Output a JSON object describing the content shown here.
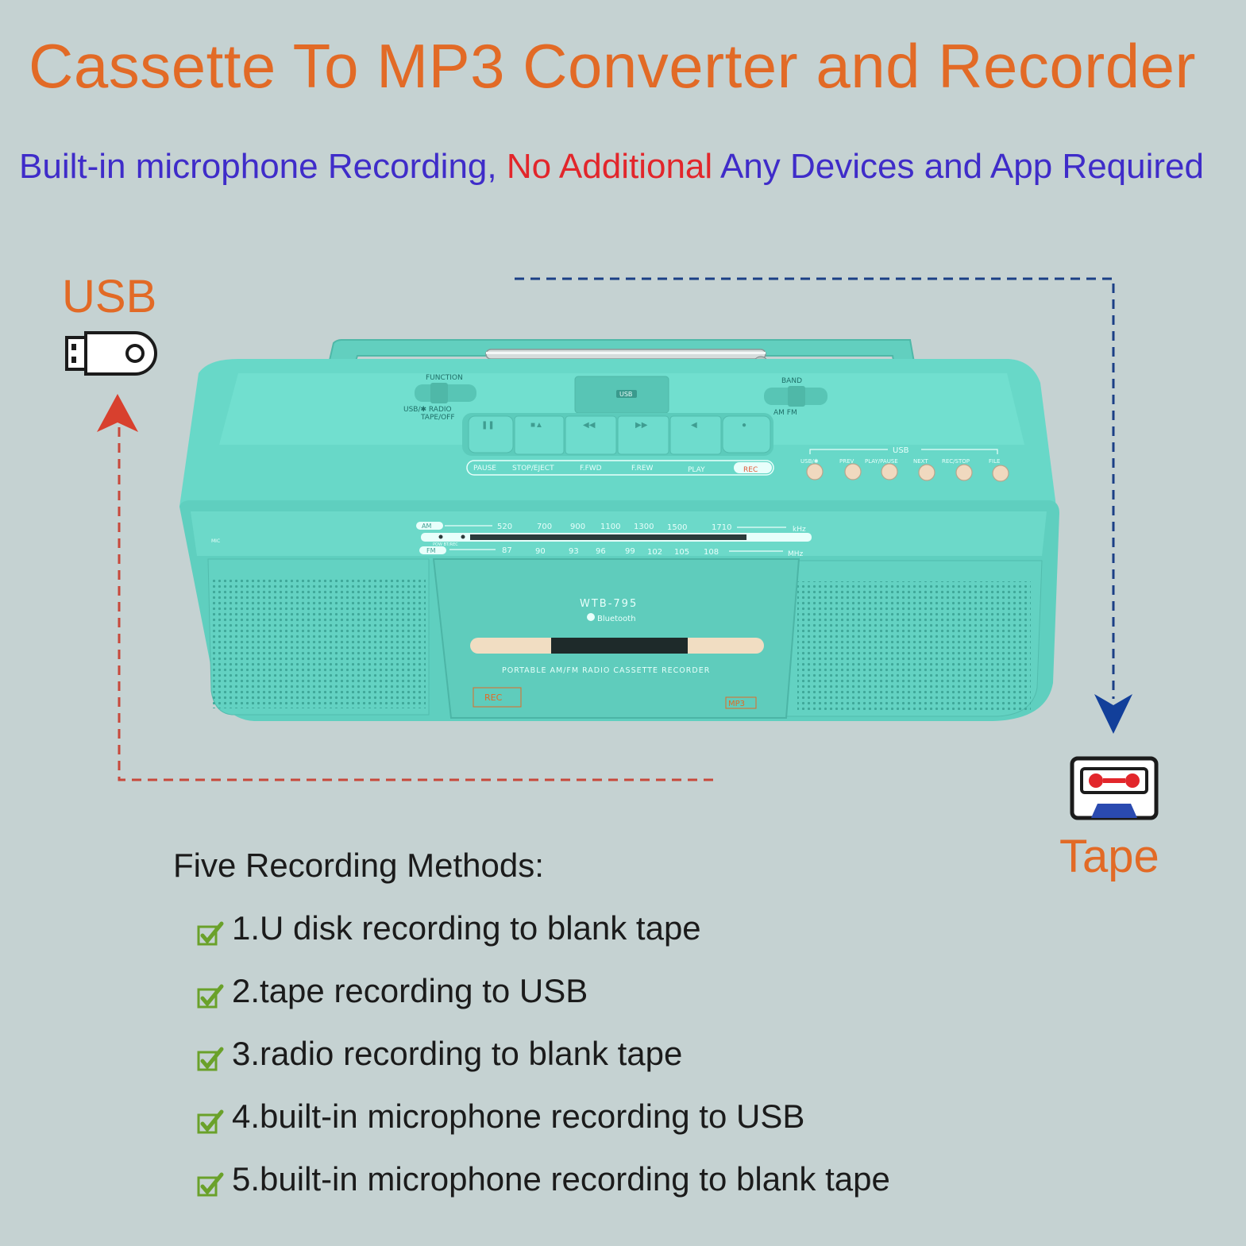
{
  "title": "Cassette To MP3 Converter and Recorder",
  "subtitle": {
    "part1": "Built-in microphone Recording, ",
    "part2": "No Additional",
    "part3": " Any Devices and  App Required"
  },
  "usb_label": "USB",
  "tape_label": "Tape",
  "methods_title": "Five Recording Methods:",
  "methods": [
    "1.U disk recording to blank tape",
    "2.tape recording to USB",
    "3.radio recording to blank tape",
    "4.built-in microphone recording to USB",
    "5.built-in microphone recording to blank tape"
  ],
  "device": {
    "model": "WTB-795",
    "bluetooth": "Bluetooth",
    "caption": "PORTABLE AM/FM RADIO CASSETTE RECORDER",
    "function_label": "FUNCTION",
    "function_options": "USB/✱  RADIO",
    "function_off": "TAPE/OFF",
    "band_label": "BAND",
    "band_options": "AM    FM",
    "usb_port": "USB",
    "deck_buttons": [
      "PAUSE",
      "STOP/EJECT",
      "F.FWD",
      "F.REW",
      "PLAY",
      "REC"
    ],
    "usb_group": "USB",
    "usb_buttons": [
      "USB/✱",
      "PREV",
      "PLAY/PAUSE",
      "NEXT",
      "REC/STOP",
      "FILE"
    ],
    "am_label": "AM",
    "am_ticks": [
      "520",
      "700",
      "900",
      "1100",
      "1300",
      "1500",
      "1710"
    ],
    "am_unit": "kHz",
    "fm_label": "FM",
    "fm_ticks": [
      "87",
      "90",
      "93",
      "96",
      "99",
      "102",
      "105",
      "108"
    ],
    "fm_unit": "MHz",
    "pow_label": "POW  BT/REC",
    "mic_label": "MIC",
    "rec_badge": "REC",
    "mp3_badge": "MP3"
  },
  "colors": {
    "accent_orange": "#e26a26",
    "subtitle_blue": "#3f2cc9",
    "subtitle_red": "#e2262b",
    "device_body": "#6fdccc",
    "arrow_red": "#c8483b",
    "arrow_blue": "#123f9a",
    "check_green": "#6aa12a"
  }
}
